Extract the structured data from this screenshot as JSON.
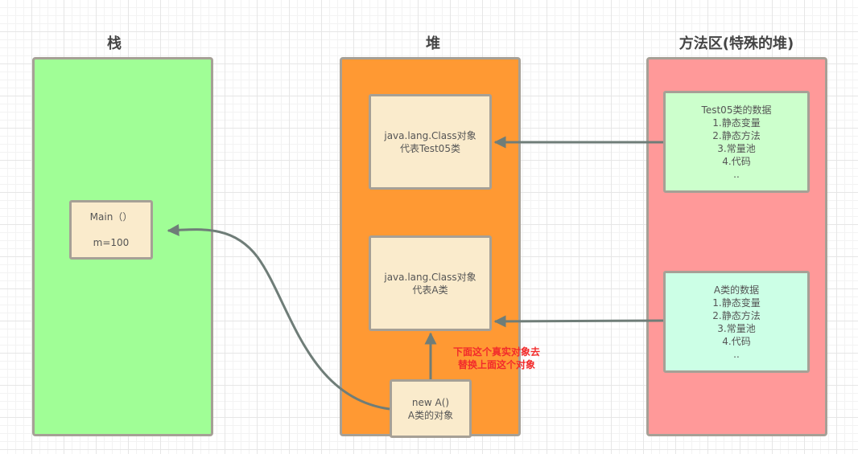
{
  "regions": {
    "stack": {
      "title": "栈",
      "color": "#a0fe96"
    },
    "heap": {
      "title": "堆",
      "color": "#ff9933"
    },
    "method_area": {
      "title": "方法区(特殊的堆)",
      "color": "#ff9999"
    }
  },
  "stack_frame": {
    "lines": [
      "Main（）",
      "",
      "m=100"
    ],
    "color": "#faebcc"
  },
  "heap_objects": {
    "class_test05": {
      "lines": [
        "java.lang.Class对象",
        "代表Test05类"
      ],
      "color": "#faebcc"
    },
    "class_a": {
      "lines": [
        "java.lang.Class对象",
        "代表A类"
      ],
      "color": "#faebcc"
    },
    "new_a": {
      "lines": [
        "new A()",
        "A类的对象"
      ],
      "color": "#faebcc"
    }
  },
  "method_area_data": {
    "test05": {
      "lines": [
        "Test05类的数据",
        "1.静态变量",
        "2.静态方法",
        "3.常量池",
        "4.代码",
        ".."
      ],
      "color": "#ccffcc"
    },
    "a": {
      "lines": [
        "A类的数据",
        "1.静态变量",
        "2.静态方法",
        "3.常量池",
        "4.代码",
        ".."
      ],
      "color": "#ccffe6"
    }
  },
  "annotation": {
    "lines": [
      "下面这个真实对象去",
      "替换上面这个对象"
    ],
    "color": "#f22b2b"
  },
  "arrow_color": "#6f7d78"
}
